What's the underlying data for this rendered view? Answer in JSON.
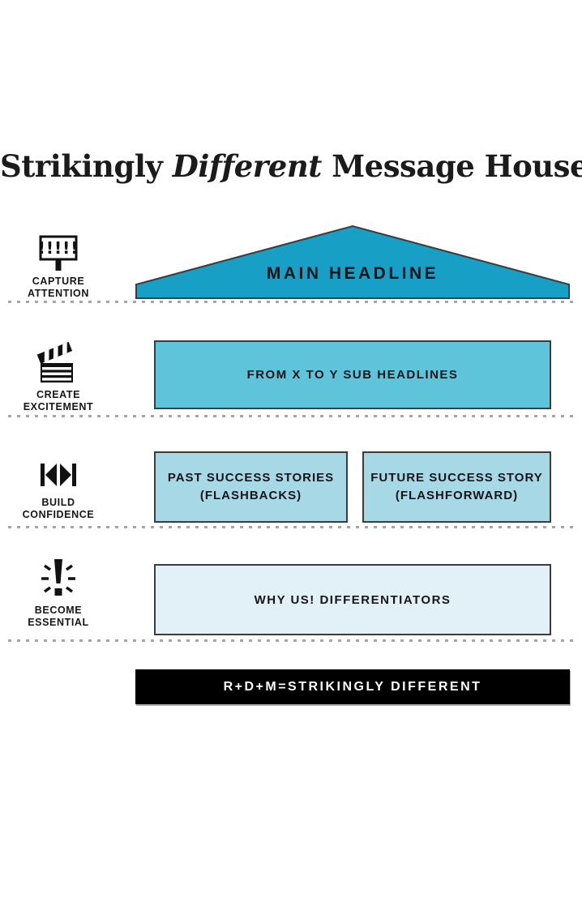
{
  "title": {
    "pre": "Strikingly ",
    "emphasis": "Different",
    "post": " Message House"
  },
  "sidebar": {
    "rows": [
      {
        "icon": "billboard-icon",
        "label": [
          "CAPTURE",
          "ATTENTION"
        ]
      },
      {
        "icon": "clapperboard-icon",
        "label": [
          "CREATE",
          "EXCITEMENT"
        ]
      },
      {
        "icon": "skip-icon",
        "label": [
          "BUILD",
          "CONFIDENCE"
        ]
      },
      {
        "icon": "exclamation-icon",
        "label": [
          "BECOME",
          "ESSENTIAL"
        ]
      }
    ]
  },
  "house": {
    "roof_label": "MAIN HEADLINE",
    "sub_headline": "FROM X TO Y SUB HEADLINES",
    "past": [
      "PAST SUCCESS STORIES",
      "(FLASHBACKS)"
    ],
    "future": [
      "FUTURE SUCCESS STORY",
      "(FLASHFORWARD)"
    ],
    "why_us": "WHY US! DIFFERENTIATORS"
  },
  "footer": {
    "label": "R+D+M=STRIKINGLY DIFFERENT"
  },
  "icons": {
    "billboard_glyph": "!!!!!"
  },
  "colors": {
    "roof": "#189fc6",
    "sub_headline_box": "#5ec4da",
    "story_boxes": "#a7d8e6",
    "why_us_box": "#e2f0f7",
    "box_border": "#3c3c3c",
    "footer_bg": "#000000",
    "footer_text": "#ffffff",
    "dotted_line": "#a6a6a6",
    "text": "#161616"
  }
}
